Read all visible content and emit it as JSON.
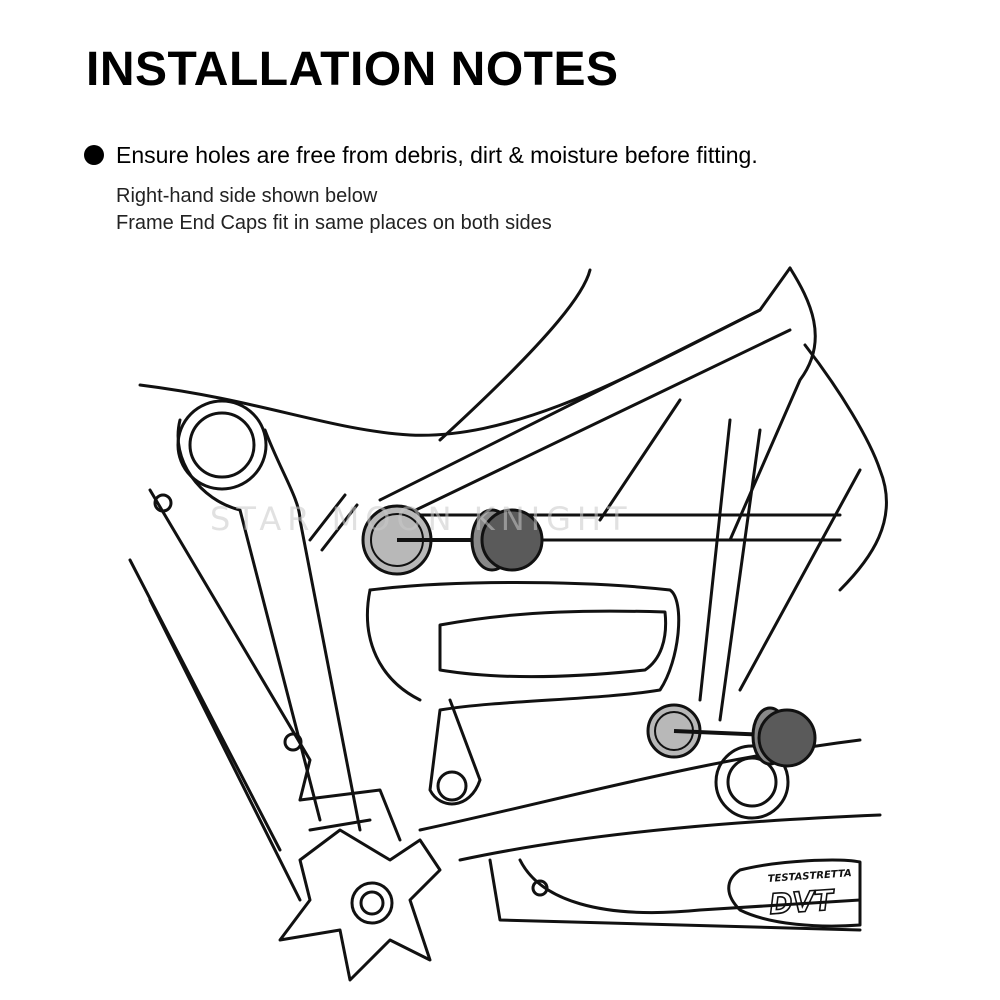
{
  "title": "INSTALLATION NOTES",
  "note": {
    "bullet": "Ensure holes are free from debris, dirt & moisture before fitting.",
    "line1": "Right-hand side shown below",
    "line2": "Frame End Caps fit in same places on both sides"
  },
  "diagram": {
    "logo_top": "TESTASTRETTA",
    "logo_main": "DVT",
    "watermark": "STAR MOON KNIGHT",
    "cap_fill": "#5a5a5a",
    "hole_fill": "#b8b8b8",
    "line_color": "#111111"
  }
}
